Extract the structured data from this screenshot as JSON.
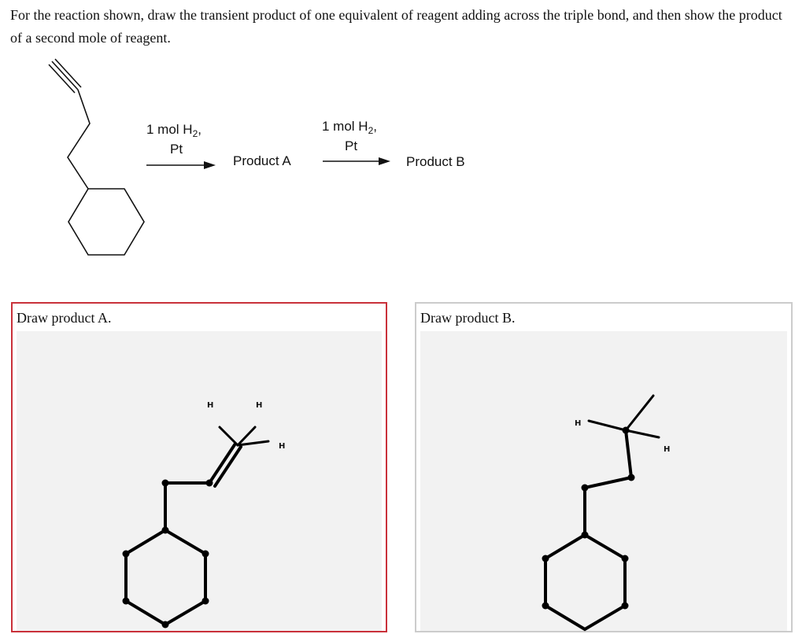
{
  "question": {
    "text": "For the reaction shown, draw the transient product of one equivalent of reagent adding across the triple bond, and then show the product of a second mole of reagent."
  },
  "reaction": {
    "step1": {
      "reagent_prefix": "1 mol H",
      "reagent_sub": "2",
      "reagent_suffix": ",",
      "catalyst": "Pt"
    },
    "product_a_label": "Product A",
    "step2": {
      "reagent_prefix": "1 mol H",
      "reagent_sub": "2",
      "reagent_suffix": ",",
      "catalyst": "Pt"
    },
    "product_b_label": "Product B"
  },
  "panel_a": {
    "title": "Draw product A.",
    "h_labels": [
      "H",
      "H",
      "H"
    ]
  },
  "panel_b": {
    "title": "Draw product B.",
    "h_labels": [
      "H",
      "H"
    ]
  },
  "colors": {
    "panel_a_border": "#c9313a",
    "panel_b_border": "#cccccc",
    "canvas_bg": "#f2f2f2"
  }
}
